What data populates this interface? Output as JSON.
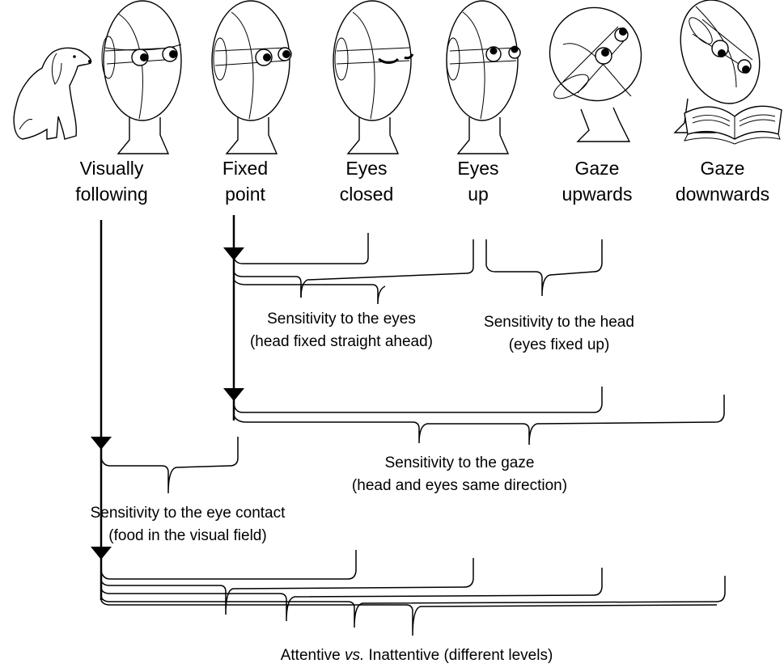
{
  "conditions": [
    {
      "id": "visually-following",
      "line1": "Visually",
      "line2": "following"
    },
    {
      "id": "fixed-point",
      "line1": "Fixed",
      "line2": "point"
    },
    {
      "id": "eyes-closed",
      "line1": "Eyes",
      "line2": "closed"
    },
    {
      "id": "eyes-up",
      "line1": "Eyes",
      "line2": "up"
    },
    {
      "id": "gaze-upwards",
      "line1": "Gaze",
      "line2": "upwards"
    },
    {
      "id": "gaze-downwards",
      "line1": "Gaze",
      "line2": "downwards"
    }
  ],
  "comparisons": {
    "eyes": {
      "line1": "Sensitivity to the eyes",
      "line2": "(head fixed straight ahead)"
    },
    "head": {
      "line1": "Sensitivity to the head",
      "line2": "(eyes fixed up)"
    },
    "gaze": {
      "line1": "Sensitivity to the gaze",
      "line2": "(head and eyes same direction)"
    },
    "eye_contact": {
      "line1": "Sensitivity to the eye contact",
      "line2": "(food in the visual field)"
    },
    "attentive": {
      "prefix": "Attentive ",
      "italic": "vs.",
      "suffix": " Inattentive (different levels)"
    }
  },
  "icons": [
    "dog-icon",
    "head-icon",
    "book-icon"
  ]
}
